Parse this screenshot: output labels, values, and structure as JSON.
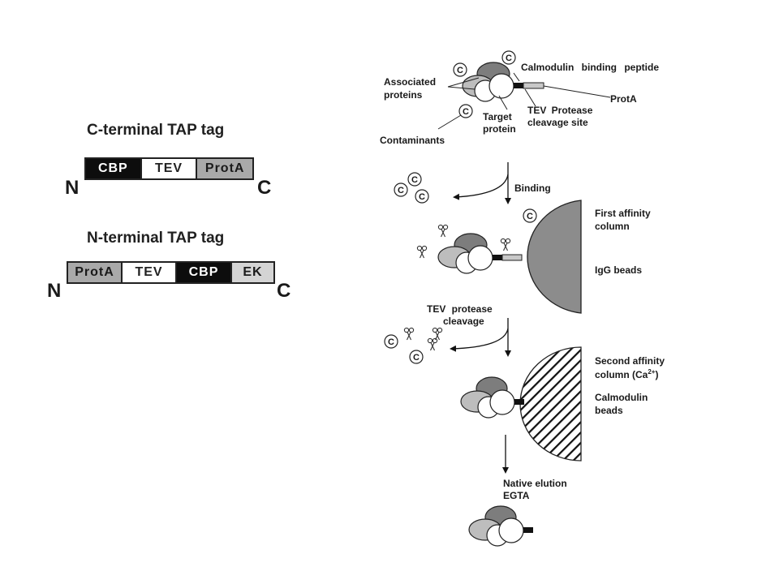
{
  "c_terminal": {
    "title": "C-terminal TAP tag",
    "n_label": "N",
    "c_label": "C",
    "segments": [
      "CBP",
      "TEV",
      "ProtA"
    ]
  },
  "n_terminal": {
    "title": "N-terminal TAP tag",
    "n_label": "N",
    "c_label": "C",
    "segments": [
      "ProtA",
      "TEV",
      "CBP",
      "EK"
    ]
  },
  "scheme": {
    "labels": {
      "calmodulin_binding_peptide": "Calmodulin binding peptide",
      "associated_proteins_1": "Associated",
      "associated_proteins_2": "proteins",
      "prota": "ProtA",
      "target_1": "Target",
      "target_2": "protein",
      "tev_site_1": "TEV Protease",
      "tev_site_2": "cleavage site",
      "contaminants": "Contaminants",
      "binding": "Binding",
      "first_column_1": "First affinity",
      "first_column_2": "column",
      "igg_beads": "IgG beads",
      "tev_cleavage_1": "TEV protease",
      "tev_cleavage_2": "cleavage",
      "second_column_1": "Second affinity",
      "second_column_2": "column (Ca",
      "second_column_sup": "2+",
      "second_column_end": ")",
      "calmodulin_beads_1": "Calmodulin",
      "calmodulin_beads_2": "beads",
      "native_elution_1": "Native elution",
      "native_elution_2": "EGTA",
      "contaminant_mark": "C"
    }
  }
}
